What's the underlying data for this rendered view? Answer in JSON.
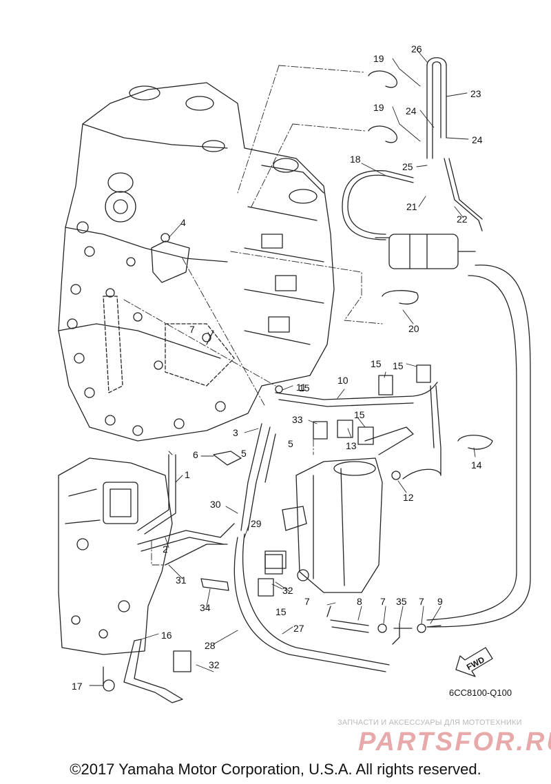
{
  "diagram": {
    "callouts": [
      "1",
      "2",
      "3",
      "4",
      "5",
      "5",
      "6",
      "7",
      "7",
      "7",
      "7",
      "8",
      "9",
      "10",
      "11",
      "12",
      "13",
      "14",
      "15",
      "15",
      "15",
      "15",
      "15",
      "16",
      "17",
      "18",
      "19",
      "19",
      "20",
      "21",
      "22",
      "23",
      "24",
      "24",
      "25",
      "26",
      "27",
      "28",
      "29",
      "30",
      "31",
      "32",
      "32",
      "33",
      "34",
      "35"
    ],
    "drawing_code": "6CC8100-Q100",
    "fwd_label": "FWD"
  },
  "watermark": {
    "tagline": "ЗАПЧАСТИ И АКСЕССУАРЫ ДЛЯ МОТОТЕХНИКИ",
    "brand": "PARTSFOR.RU"
  },
  "footer": {
    "copyright": "©2017 Yamaha Motor Corporation, U.S.A. All rights reserved."
  }
}
